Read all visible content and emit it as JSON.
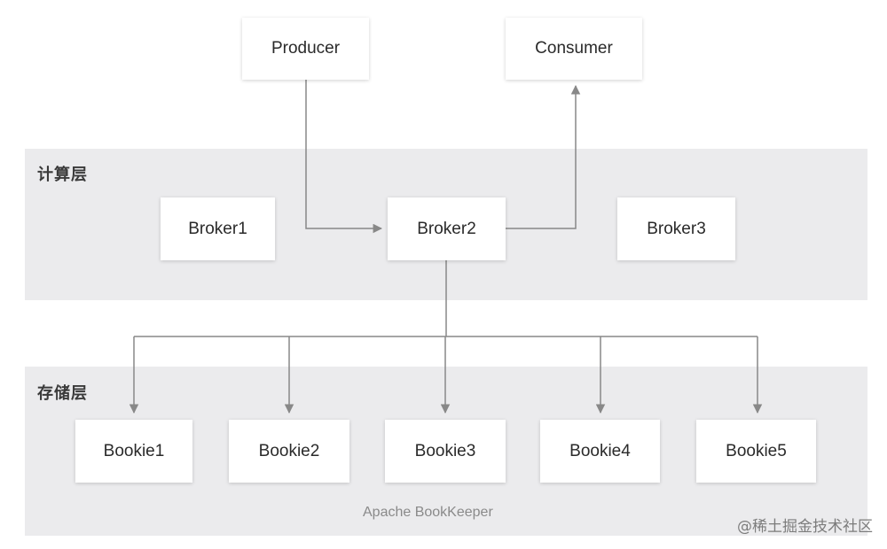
{
  "layers": {
    "compute": "计算层",
    "storage": "存储层"
  },
  "nodes": {
    "producer": "Producer",
    "consumer": "Consumer",
    "broker1": "Broker1",
    "broker2": "Broker2",
    "broker3": "Broker3",
    "bookie1": "Bookie1",
    "bookie2": "Bookie2",
    "bookie3": "Bookie3",
    "bookie4": "Bookie4",
    "bookie5": "Bookie5"
  },
  "storage_system": "Apache BookKeeper",
  "watermark": "@稀土掘金技术社区",
  "colors": {
    "band": "#ebebed",
    "connector": "#888888",
    "node_bg": "#ffffff"
  }
}
